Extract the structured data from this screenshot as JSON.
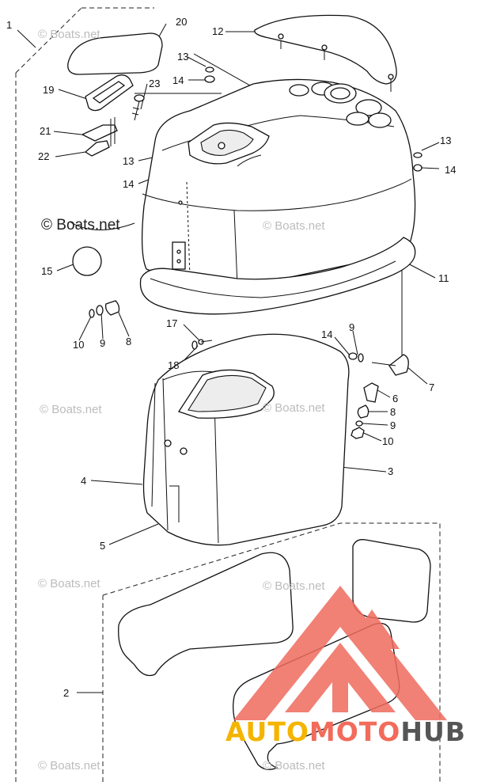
{
  "diagram": {
    "callouts": [
      {
        "id": "1",
        "label": "1"
      },
      {
        "id": "2",
        "label": "2"
      },
      {
        "id": "3",
        "label": "3"
      },
      {
        "id": "4",
        "label": "4"
      },
      {
        "id": "5",
        "label": "5"
      },
      {
        "id": "6",
        "label": "6"
      },
      {
        "id": "7",
        "label": "7"
      },
      {
        "id": "8a",
        "label": "8"
      },
      {
        "id": "8b",
        "label": "8"
      },
      {
        "id": "9a",
        "label": "9"
      },
      {
        "id": "9b",
        "label": "9"
      },
      {
        "id": "9c",
        "label": "9"
      },
      {
        "id": "10a",
        "label": "10"
      },
      {
        "id": "10b",
        "label": "10"
      },
      {
        "id": "11",
        "label": "11"
      },
      {
        "id": "12",
        "label": "12"
      },
      {
        "id": "13a",
        "label": "13"
      },
      {
        "id": "13b",
        "label": "13"
      },
      {
        "id": "13c",
        "label": "13"
      },
      {
        "id": "14a",
        "label": "14"
      },
      {
        "id": "14b",
        "label": "14"
      },
      {
        "id": "14c",
        "label": "14"
      },
      {
        "id": "14d",
        "label": "14"
      },
      {
        "id": "15",
        "label": "15"
      },
      {
        "id": "17",
        "label": "17"
      },
      {
        "id": "18",
        "label": "18"
      },
      {
        "id": "19",
        "label": "19"
      },
      {
        "id": "20",
        "label": "20"
      },
      {
        "id": "21",
        "label": "21"
      },
      {
        "id": "22",
        "label": "22"
      },
      {
        "id": "23",
        "label": "23"
      }
    ]
  },
  "watermarks": {
    "faint": "© Boats.net",
    "prominent": "© Boats.net"
  },
  "logo": {
    "part1": "AUTO",
    "part2": "MOTO",
    "part3": "HUB",
    "colors": {
      "auto": "#f4b400",
      "moto": "#f26b5b",
      "hub": "#555555",
      "triangle": "#ef6b5e"
    }
  }
}
